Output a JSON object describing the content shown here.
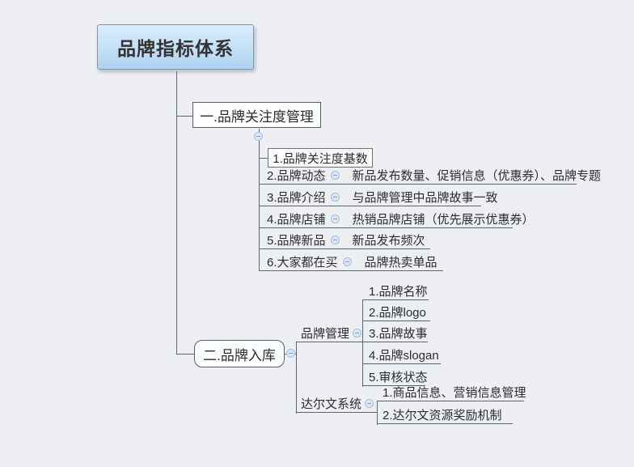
{
  "title": "品牌指标体系",
  "colors": {
    "background": "#edeff3",
    "root_gradient_top": "#d9ecfc",
    "root_gradient_bottom": "#aed2f0",
    "line": "#5c6670",
    "node_border": "#57606a",
    "node_fill": "#fcfdfe",
    "text": "#2d2d2d",
    "collapse_icon_fill": "#d9e7f8",
    "collapse_icon_border": "#a6bedf",
    "collapse_icon_glyph": "#7d9fcc"
  },
  "icons": {
    "collapse": "minus-circle"
  },
  "root": {
    "label": "品牌指标体系"
  },
  "branches": [
    {
      "label": "一.品牌关注度管理",
      "children": [
        {
          "label": "1.品牌关注度基数",
          "desc": ""
        },
        {
          "label": "2.品牌动态",
          "desc": "新品发布数量、促销信息（优惠券）、品牌专题"
        },
        {
          "label": "3.品牌介绍",
          "desc": "与品牌管理中品牌故事一致"
        },
        {
          "label": "4.品牌店铺",
          "desc": "热销品牌店铺（优先展示优惠券）"
        },
        {
          "label": "5.品牌新品",
          "desc": "新品发布频次"
        },
        {
          "label": "6.大家都在买",
          "desc": "品牌热卖单品"
        }
      ]
    },
    {
      "label": "二.品牌入库",
      "groups": [
        {
          "label": "品牌管理",
          "children": [
            {
              "label": "1.品牌名称"
            },
            {
              "label": "2.品牌logo"
            },
            {
              "label": "3.品牌故事"
            },
            {
              "label": "4.品牌slogan"
            },
            {
              "label": "5.审核状态"
            }
          ]
        },
        {
          "label": "达尔文系统",
          "children": [
            {
              "label": "1.商品信息、营销信息管理"
            },
            {
              "label": "2.达尔文资源奖励机制"
            }
          ]
        }
      ]
    }
  ]
}
